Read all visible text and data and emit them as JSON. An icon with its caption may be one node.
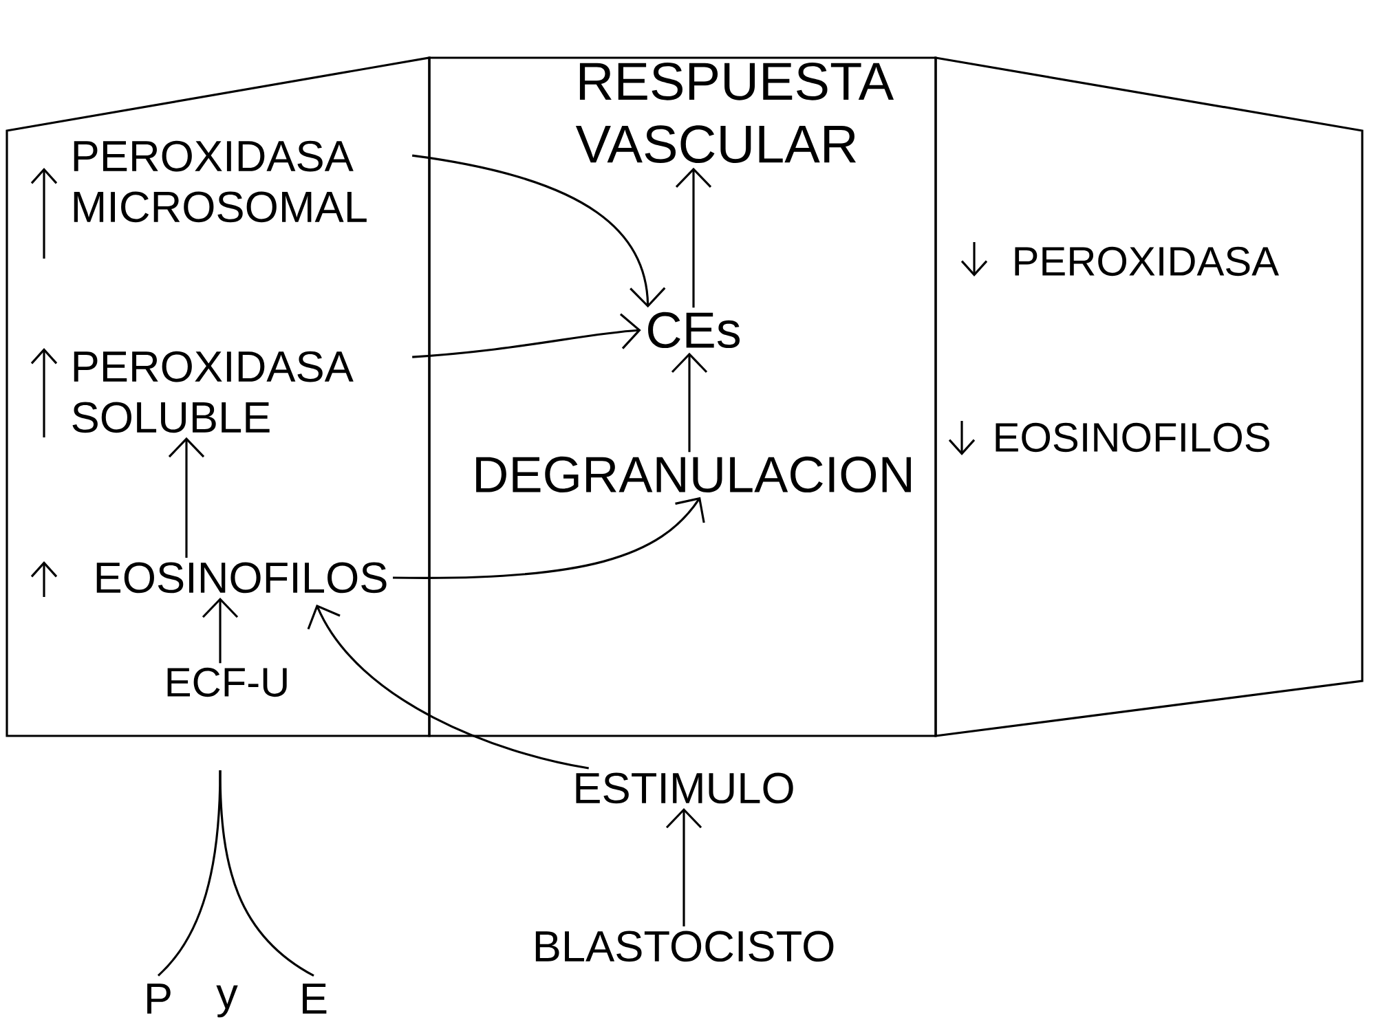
{
  "diagram": {
    "nodes": [
      {
        "text": [],
        "shape": "box"
      },
      {
        "text": [
          "PEROXIDASA MICROSOMAL"
        ],
        "in": 0
      },
      {
        "text": [
          "PEROXIDASA SOLUBLE"
        ],
        "in": 0
      },
      {
        "text": [
          "EOSINOFILOS"
        ],
        "in": 0
      },
      {
        "text": [
          "ECF-U"
        ],
        "in": 0
      },
      {
        "text": [],
        "shape": "box"
      },
      {
        "text": [
          "RESPUESTA VASCULAR"
        ],
        "in": 5
      },
      {
        "text": [
          "CEs"
        ],
        "in": 5
      },
      {
        "text": [
          "DEGRANULACION"
        ],
        "in": 5
      },
      {
        "text": [],
        "shape": "box"
      },
      {
        "text": [
          "PEROXIDASA"
        ],
        "in": 9
      },
      {
        "text": [
          "EOSINOFILOS"
        ],
        "in": 9
      },
      {
        "text": [
          "ESTIMULO"
        ]
      },
      {
        "text": [
          "BLASTOCISTO"
        ]
      },
      {
        "text": [
          "P"
        ]
      },
      {
        "text": [
          "E"
        ]
      }
    ],
    "edges": [
      {
        "from": 1,
        "to": 7,
        "arrow": "to"
      },
      {
        "from": 2,
        "to": 7,
        "arrow": "to"
      },
      {
        "from": 7,
        "to": 6,
        "arrow": "to"
      },
      {
        "from": 8,
        "to": 7,
        "arrow": "to"
      },
      {
        "from": 3,
        "to": 8,
        "arrow": "to"
      },
      {
        "from": 3,
        "to": 2,
        "arrow": "to"
      },
      {
        "from": 4,
        "to": 3,
        "arrow": "to"
      },
      {
        "from": 12,
        "to": 3,
        "arrow": "to"
      },
      {
        "from": 13,
        "to": 12,
        "arrow": "to"
      },
      {
        "from": 14,
        "to": null,
        "arrow": "none"
      },
      {
        "from": 15,
        "to": null,
        "arrow": "none"
      }
    ],
    "labels": [
      "y"
    ]
  }
}
